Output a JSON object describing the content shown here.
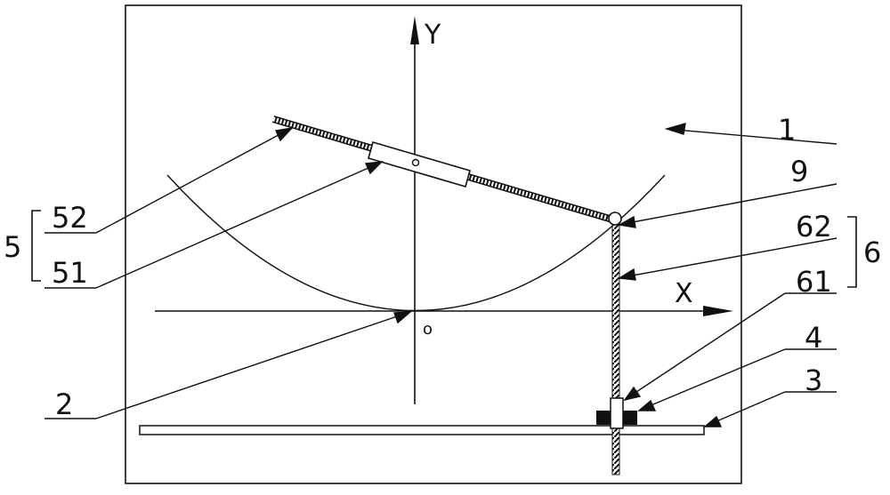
{
  "axes": {
    "y_label": "Y",
    "x_label": "X",
    "origin_label": "o"
  },
  "labels": {
    "l1": "1",
    "l2": "2",
    "l3": "3",
    "l4": "4",
    "l5": "5",
    "l6": "6",
    "l9": "9",
    "l51": "51",
    "l52": "52",
    "l61": "61",
    "l62": "62"
  },
  "colors": {
    "ink": "#111111",
    "background": "#ffffff"
  }
}
